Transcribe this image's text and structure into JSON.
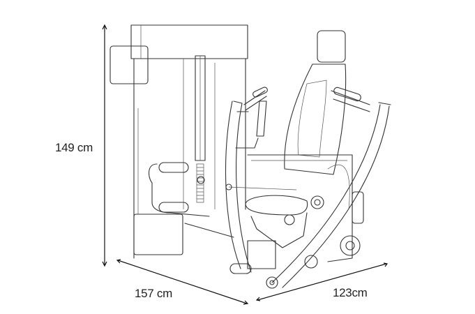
{
  "dimensions": {
    "height": "149 cm",
    "depth": "157 cm",
    "width": "123cm"
  },
  "colors": {
    "line": "#333333",
    "background": "#ffffff"
  }
}
